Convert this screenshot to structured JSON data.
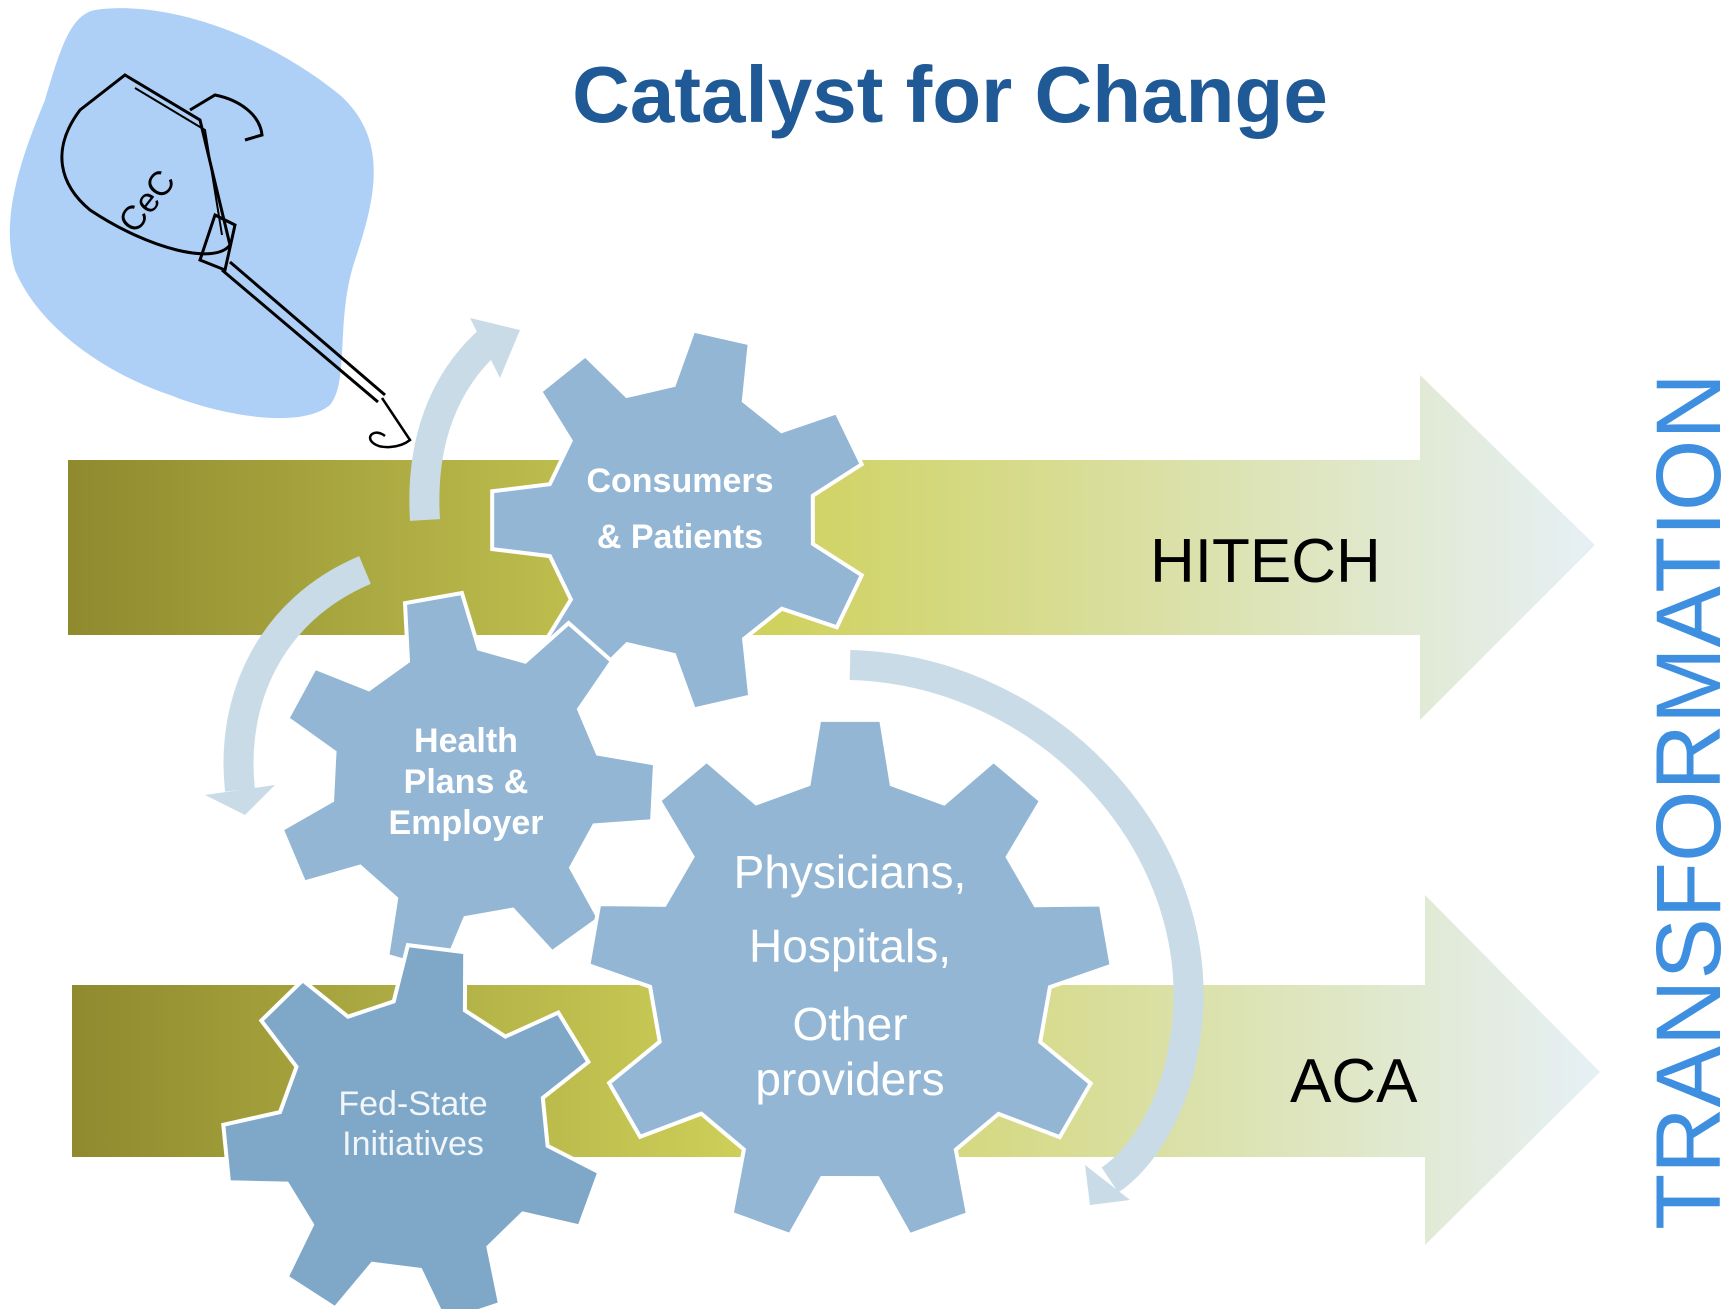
{
  "title": "Catalyst for Change",
  "funnel": {
    "label": "CeC",
    "icon": "oil-can-icon"
  },
  "arrows": [
    {
      "label": "HITECH"
    },
    {
      "label": "ACA"
    }
  ],
  "gears": {
    "consumers": [
      "Consumers",
      "& Patients"
    ],
    "health_plans": [
      "Health",
      "Plans &",
      "Employer"
    ],
    "physicians": [
      "Physicians,",
      "Hospitals,",
      "Other",
      "providers"
    ],
    "fed_state": [
      "Fed-State",
      "Initiatives"
    ]
  },
  "side_label": "TRANSFORMATION",
  "colors": {
    "title": "#1f5a96",
    "gear": "#93b6d4",
    "gear_dark": "#7ea7c8",
    "arrow_dark": "#8f8a2e",
    "arrow_mid": "#cfd15a",
    "arrow_light": "#e6f0f5",
    "transformation": "#3f8fe0",
    "cycle_arrow": "#c9dbe6"
  }
}
